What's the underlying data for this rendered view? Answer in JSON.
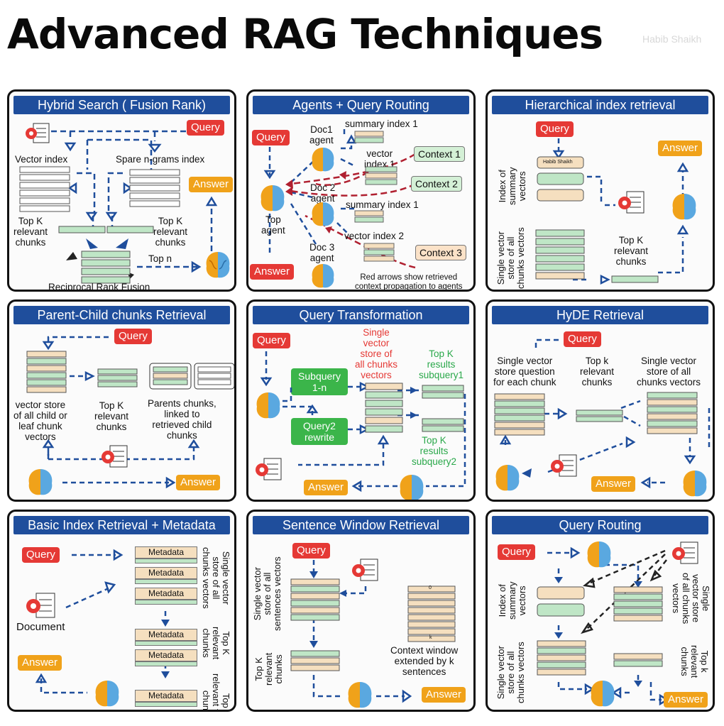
{
  "title": "Advanced RAG Techniques",
  "watermark": "Habib Shaikh",
  "p1": {
    "header": "Hybrid Search ( Fusion Rank)",
    "query": "Query",
    "vector_index": "Vector index",
    "spare": "Spare n-grams index",
    "answer": "Answer",
    "topk_left": "Top K\nrelevant\nchunks",
    "topk_right": "Top K\nrelevant\nchunks",
    "topn": "Top n",
    "rrf": "Reciprocal Rank Fusion"
  },
  "p2": {
    "header": "Agents + Query Routing",
    "query": "Query",
    "doc1": "Doc1\nagent",
    "doc2": "Doc 2\nagent",
    "doc3": "Doc 3\nagent",
    "summary1": "summary index 1",
    "vector1": "vector\nindex 1",
    "summary2": "summary index 1",
    "vector2": "vector index 2",
    "ctx1": "Context 1",
    "ctx2": "Context 2",
    "ctx3": "Context 3",
    "top_agent": "Top\nagent",
    "answer": "Answer",
    "note": "Red arrows show retrieved\ncontext propagation to agents"
  },
  "p3": {
    "header": "Hierarchical index retrieval",
    "query": "Query",
    "answer": "Answer",
    "card_text": "Habib Shaikh",
    "index_summary": "Index of\nsummary\nvectors",
    "single_vector": "Single vector\nstore of all\nchunks vectors",
    "topk": "Top K\nrelevant\nchunks"
  },
  "p4": {
    "header": "Parent-Child chunks Retrieval",
    "query": "Query",
    "vector_store": "vector store\nof all child or\nleaf chunk\nvectors",
    "topk": "Top K\nrelevant\nchunks",
    "parents": "Parents chunks,\nlinked to\nretrieved child\nchunks",
    "answer": "Answer"
  },
  "p5": {
    "header": "Query Transformation",
    "query": "Query",
    "single_vector": "Single\nvector\nstore of\nall chunks\nvectors",
    "subquery": "Subquery\n1-n",
    "query2": "Query2\nrewrite",
    "topk1": "Top K\nresults\nsubquery1",
    "topk2": "Top K\nresults\nsubquery2",
    "answer": "Answer"
  },
  "p6": {
    "header": "HyDE Retrieval",
    "query": "Query",
    "single_q": "Single vector\nstore question\nfor each chunk",
    "topk": "Top k\nrelevant\nchunks",
    "single_all": "Single vector\nstore of all\nchunks vectors",
    "answer": "Answer"
  },
  "p7": {
    "header": "Basic Index Retrieval + Metadata",
    "query": "Query",
    "document": "Document",
    "answer": "Answer",
    "metadata": "Metadata",
    "single_vector": "Single vector\nstore of all\nchunks vectors",
    "topk_rel": "Top K\nrelevant\nchunks",
    "topk_filt": "Top K\nrelevant filtered\nchunks"
  },
  "p8": {
    "header": "Sentence Window Retrieval",
    "query": "Query",
    "single_vector": "Single vector\nstore of all\nsentences vectors",
    "topk": "Top K\nrelevant\nchunks",
    "context_window": "Context window\nextended by k\nsentences",
    "answer": "Answer",
    "win_top": "0",
    "win_bottom": "k"
  },
  "p9": {
    "header": "Query Routing",
    "query": "Query",
    "index_summary": "Index of\nsummary\nvectors",
    "single_vector_left": "Single vector\nstore of all\nchunks vectors",
    "single_vector_right": "Single\nvector store\nof all chunks\nvectors",
    "topk": "Top k\nrelevant\nchunks",
    "answer": "Answer"
  },
  "colors": {
    "header": "#1f4e9c",
    "query": "#e53935",
    "answer": "#f0a21a",
    "arrow": "#1f4e9c",
    "peach": "#f5dfbf",
    "green": "#bfe6c6",
    "red_arrow": "#b02030",
    "green_btn": "#3bb54a"
  },
  "icons": [
    "gear-document-icon",
    "brain-icon",
    "arrow-icon"
  ]
}
